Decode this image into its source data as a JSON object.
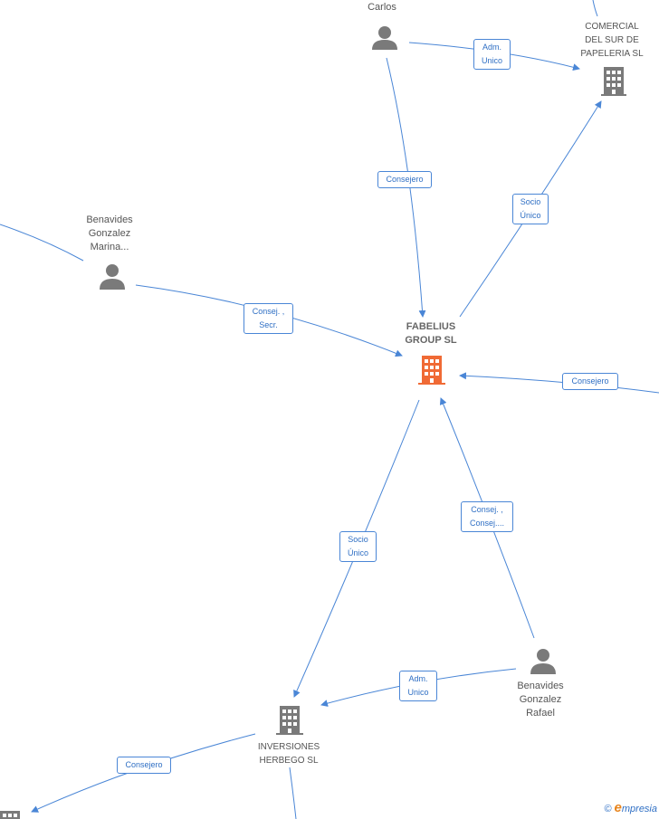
{
  "nodes": {
    "carlos": "Carlos",
    "comercial": "COMERCIAL\nDEL SUR DE\nPAPELERIA  SL",
    "marina": "Benavides\nGonzalez\nMarina...",
    "fabelius": "FABELIUS\nGROUP  SL",
    "rafael": "Benavides\nGonzalez\nRafael",
    "inversiones": "INVERSIONES\nHERBEGO SL"
  },
  "edges": {
    "carlos_comercial": "Adm.\nUnico",
    "carlos_fabelius": "Consejero",
    "fabelius_comercial": "Socio\nÚnico",
    "marina_fabelius": "Consej. ,\nSecr.",
    "right_fabelius": "Consejero",
    "rafael_fabelius": "Consej. ,\nConsej....",
    "fabelius_inversiones": "Socio\nÚnico",
    "rafael_inversiones": "Adm.\nUnico",
    "inversiones_left": "Consejero"
  },
  "colors": {
    "edge": "#4a86d6",
    "person": "#7a7a7a",
    "company": "#7a7a7a",
    "focus": "#f06a35"
  },
  "brand": {
    "symbol": "©",
    "initial": "e",
    "rest": "mpresia"
  }
}
